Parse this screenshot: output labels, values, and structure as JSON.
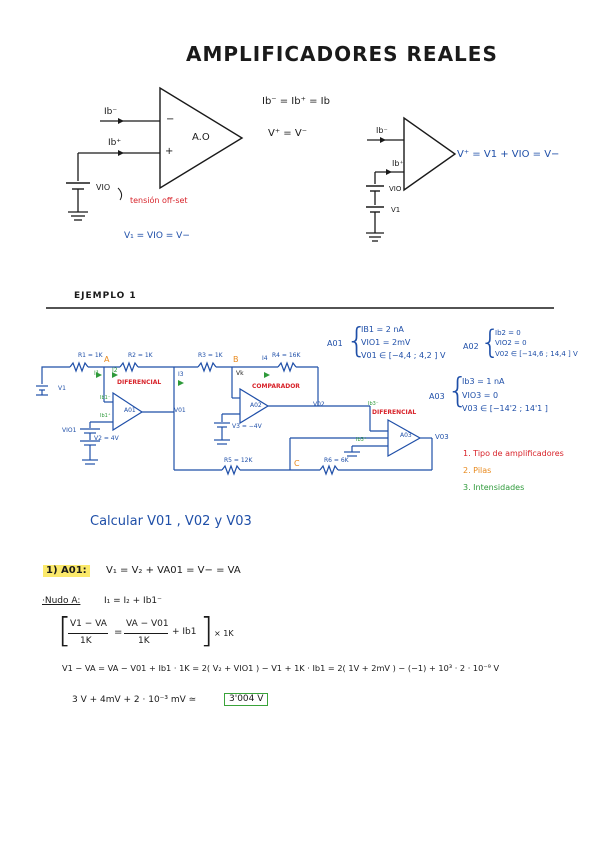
{
  "title": "AMPLIFICADORES REALES",
  "circuit1": {
    "ib_minus": "Ib⁻",
    "ib_plus": "Ib⁺",
    "minus_sign": "−",
    "plus_sign": "+",
    "ao_label": "A.O",
    "vio_label": "VIO",
    "offset_note": "tensión off-set",
    "v_plus_eq": "V₁ = VIO = V−"
  },
  "equations_top": {
    "ib_eq": "Ib⁻ = Ib⁺ = Ib",
    "v_eq": "V⁺ = V⁻"
  },
  "circuit2": {
    "ib_minus": "Ib⁻",
    "ib_plus": "Ib⁺",
    "vio_label": "VIO",
    "v1_label": "V1",
    "eq": "V⁺ = V1 + VIO = V−"
  },
  "section_heading": "EJEMPLO 1",
  "specs": {
    "a01_name": "A01",
    "a01": [
      "IB1 = 2 nA",
      "VIO1 = 2mV",
      "V01 ∈ [−4,4 ; 4,2 ] V"
    ],
    "a02_name": "A02",
    "a02": [
      "Ib2 = 0",
      "VIO2 = 0",
      "V02 ∈ [−14,6 ; 14,4 ] V"
    ],
    "a03_name": "A03",
    "a03": [
      "Ib3 = 1 nA",
      "VIO3 = 0",
      "V03 ∈ [−14'2 ; 14'1 ]"
    ]
  },
  "schematic": {
    "r1": "R1 = 1K",
    "r2": "R2 = 1K",
    "r3": "R3 = 1K",
    "r4": "R4 = 16K",
    "r5": "R5 = 12K",
    "r6": "R6 = 6K",
    "node_a": "A",
    "node_b": "B",
    "node_c": "C",
    "i1": "I1",
    "i2": "I2",
    "i3": "I3",
    "i4": "I4",
    "v1": "V1",
    "vio1": "VIO1",
    "v2": "V2 = 4V",
    "v3": "V3 = −4V",
    "a01": "A01",
    "a02": "A02",
    "a03": "A03",
    "v01": "V01",
    "v02": "V02",
    "v03": "V03",
    "vk": "Vk",
    "diferencial_1": "DIFERENCIAL",
    "comparador": "COMPARADOR",
    "diferencial_2": "DIFERENCIAL",
    "ib_labels": [
      "Ib1⁻",
      "Ib1⁺",
      "Ib3⁻",
      "Ib3⁺"
    ]
  },
  "legend": {
    "item1": "1. Tipo de amplificadores",
    "item2": "2. Pilas",
    "item3": "3. Intensidades",
    "color1": "#d8232a",
    "color2": "#e8891c",
    "color3": "#2e9a3a"
  },
  "task": "Calcular  V01 ,  V02  y  V03",
  "solution": {
    "step_label": "1)  A01:",
    "step_eq": "V₁ = V₂ + VA01 = V− = VA",
    "nudo_label": "·Nudo A:",
    "nudo_eq": "I₁ = I₂ + Ib1⁻",
    "frac1_num": "V1 − VA",
    "frac1_den": "1K",
    "frac2_num": "VA − V01",
    "frac2_den": "1K",
    "plus_ib": "+  Ib1",
    "times": "× 1K",
    "long_eq": "V1 − VA =  VA − V01 + Ib1 · 1K = 2( V₂ + VIO1 ) − V1 + 1K · Ib1  =  2( 1V + 2mV ) − (−1) + 10³ · 2 · 10⁻⁹  V",
    "result_eq": "3 V + 4mV + 2 · 10⁻³ mV   ≃",
    "result_box": "3'004 V"
  }
}
